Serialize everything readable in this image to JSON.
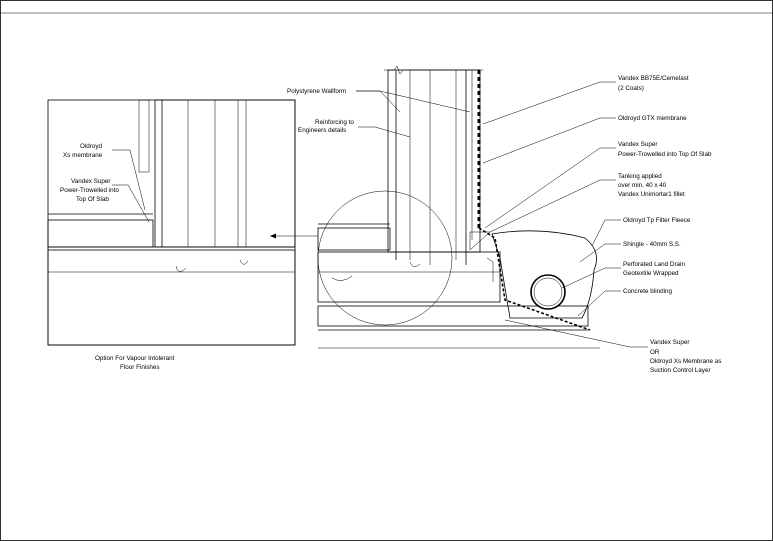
{
  "detail": {
    "main_labels": {
      "polystyrene_wallform": "Polystyrene Wallform",
      "reinforcing_1": "Reinforcing to",
      "reinforcing_2": "Engineers details",
      "vandex_bb75e_1": "Vandex BB75E/Cemelast",
      "vandex_bb75e_2": "(2 Coats)",
      "oldroyd_gtx": "Oldroyd GTX membrane",
      "vandex_super_1": "Vandex Super",
      "vandex_super_2": "Power-Trowelled into Top Of Slab",
      "tanking_1": "Tanking applied",
      "tanking_2": "over min. 40 x 40",
      "tanking_3": "Vandex Unimortar1 fillet",
      "oldroyd_tp": "Oldroyd Tp Filter Fleece",
      "shingle": "Shingle - 40mm S.S.",
      "perforated_1": "Perforated Land Drain",
      "perforated_2": "Geotextile Wrapped",
      "concrete_blinding": "Concrete blinding",
      "suction_1": "Vandex Super",
      "suction_2": "OR",
      "suction_3": "Oldroyd Xs Membrane as",
      "suction_4": "Suction Control Layer"
    },
    "inset_labels": {
      "oldroyd_xs_1": "Oldroyd",
      "oldroyd_xs_2": "Xs membrane",
      "vandex_super_1": "Vandex Super",
      "vandex_super_2": "Power-Trowelled into",
      "vandex_super_3": "Top Of Slab",
      "caption_1": "Option For Vapour Intolerant",
      "caption_2": "Floor Finishes"
    }
  }
}
